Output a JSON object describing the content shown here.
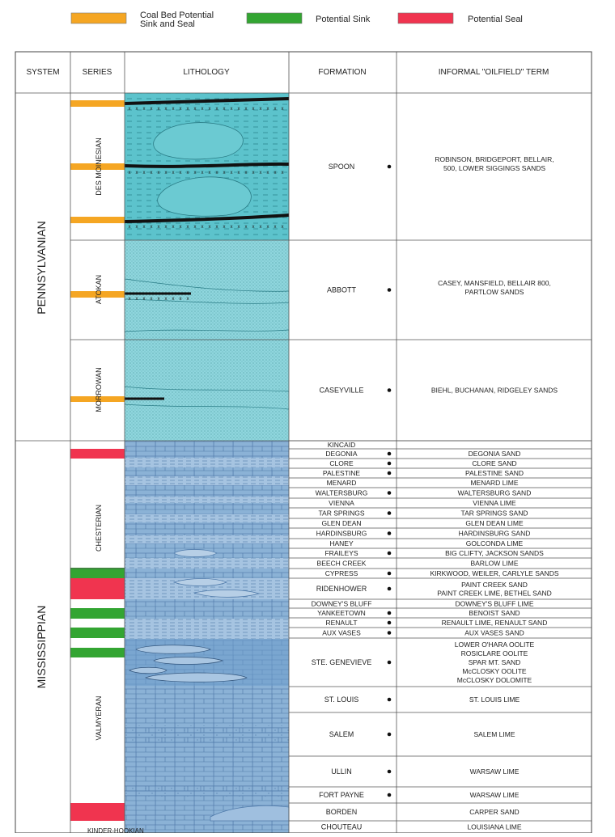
{
  "legend": [
    {
      "label_lines": [
        "Coal Bed Potential",
        "Sink and Seal"
      ],
      "color": "#f5a623"
    },
    {
      "label_lines": [
        "Potential Sink"
      ],
      "color": "#33a532"
    },
    {
      "label_lines": [
        "Potential Seal"
      ],
      "color": "#f0344f"
    }
  ],
  "headers": {
    "system": "SYSTEM",
    "series": "SERIES",
    "lithology": "LITHOLOGY",
    "formation": "FORMATION",
    "informal": "INFORMAL \"OILFIELD\" TERM"
  },
  "systems": [
    "PENNSYLVANIAN",
    "MISSISSIPPIAN"
  ],
  "series": [
    "DES MOINESIAN",
    "ATOKAN",
    "MORROWAN",
    "CHESTERIAN",
    "VALMYERAN",
    "KINDER-HOOKIAN"
  ],
  "colors": {
    "penn_fill": "#5cc3cc",
    "penn_light": "#8fd6dd",
    "miss_fill": "#8bb2d6",
    "miss_dark": "#6d9ccc",
    "coal": "#111111",
    "orange": "#f5a623",
    "green": "#33a532",
    "red": "#f0344f"
  },
  "formations": [
    {
      "name": "SPOON",
      "dot": true,
      "term": "ROBINSON, BRIDGEPORT, BELLAIR, 500, LOWER SIGGINGS SANDS"
    },
    {
      "name": "ABBOTT",
      "dot": true,
      "term": "CASEY, MANSFIELD, BELLAIR 800, PARTLOW SANDS"
    },
    {
      "name": "CASEYVILLE",
      "dot": true,
      "term": "BIEHL, BUCHANAN, RIDGELEY SANDS"
    },
    {
      "name": "KINCAID",
      "dot": false,
      "term": ""
    },
    {
      "name": "DEGONIA",
      "dot": true,
      "term": "DEGONIA SAND"
    },
    {
      "name": "CLORE",
      "dot": true,
      "term": "CLORE SAND"
    },
    {
      "name": "PALESTINE",
      "dot": true,
      "term": "PALESTINE SAND"
    },
    {
      "name": "MENARD",
      "dot": false,
      "term": "MENARD LIME"
    },
    {
      "name": "WALTERSBURG",
      "dot": true,
      "term": "WALTERSBURG SAND"
    },
    {
      "name": "VIENNA",
      "dot": false,
      "term": "VIENNA LIME"
    },
    {
      "name": "TAR SPRINGS",
      "dot": true,
      "term": "TAR SPRINGS SAND"
    },
    {
      "name": "GLEN DEAN",
      "dot": false,
      "term": "GLEN DEAN LIME"
    },
    {
      "name": "HARDINSBURG",
      "dot": true,
      "term": "HARDINSBURG SAND"
    },
    {
      "name": "HANEY",
      "dot": false,
      "term": "GOLCONDA LIME"
    },
    {
      "name": "FRAILEYS",
      "dot": true,
      "term": "BIG CLIFTY, JACKSON SANDS"
    },
    {
      "name": "BEECH CREEK",
      "dot": false,
      "term": "BARLOW LIME"
    },
    {
      "name": "CYPRESS",
      "dot": true,
      "term": "KIRKWOOD, WEILER, CARLYLE SANDS"
    },
    {
      "name": "RIDENHOWER",
      "dot": true,
      "term": "PAINT CREEK SAND\nPAINT CREEK LIME, BETHEL SAND"
    },
    {
      "name": "DOWNEY'S BLUFF",
      "dot": false,
      "term": "DOWNEY'S BLUFF LIME"
    },
    {
      "name": "YANKEETOWN",
      "dot": true,
      "term": "BENOIST SAND"
    },
    {
      "name": "RENAULT",
      "dot": true,
      "term": "RENAULT LIME, RENAULT SAND"
    },
    {
      "name": "AUX VASES",
      "dot": true,
      "term": "AUX VASES SAND"
    },
    {
      "name": "STE. GENEVIEVE",
      "dot": true,
      "term": "LOWER O'HARA OOLITE\nROSICLARE OOLITE\nSPAR MT. SAND\nMcCLOSKY OOLITE\nMcCLOSKY DOLOMITE"
    },
    {
      "name": "ST. LOUIS",
      "dot": true,
      "term": "ST. LOUIS LIME"
    },
    {
      "name": "SALEM",
      "dot": true,
      "term": "SALEM LIME"
    },
    {
      "name": "ULLIN",
      "dot": true,
      "term": "WARSAW LIME"
    },
    {
      "name": "FORT PAYNE",
      "dot": true,
      "term": "WARSAW LIME"
    },
    {
      "name": "BORDEN",
      "dot": false,
      "term": "CARPER SAND"
    },
    {
      "name": "CHOUTEAU",
      "dot": false,
      "term": "LOUISIANA LIME"
    }
  ]
}
